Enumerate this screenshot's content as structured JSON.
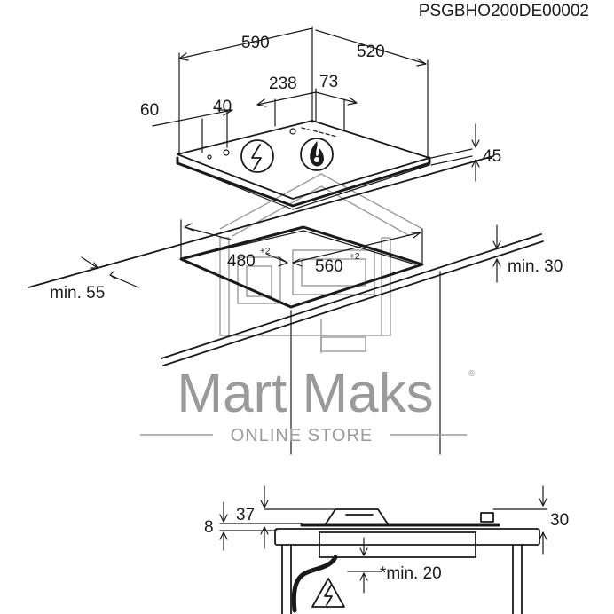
{
  "document_code": "PSGBHO200DE00002",
  "dimensions": {
    "width_590": "590",
    "depth_520": "520",
    "d_238": "238",
    "d_73": "73",
    "d_60": "60",
    "d_40": "40",
    "height_45": "45",
    "cutout_480": "480",
    "cutout_480_tol": "+2",
    "cutout_560": "560",
    "cutout_560_tol": "+2",
    "min_30": "min. 30",
    "min_55": "min. 55",
    "side_8": "8",
    "side_37": "37",
    "side_30": "30",
    "side_min_20": "*min. 20"
  },
  "watermark": {
    "brand": "Mart Maks",
    "registered": "®",
    "tagline": "ONLINE STORE"
  },
  "icons": [
    "electric-hob-icon",
    "gas-flame-icon",
    "electric-hazard-icon",
    "house-watermark-icon"
  ]
}
